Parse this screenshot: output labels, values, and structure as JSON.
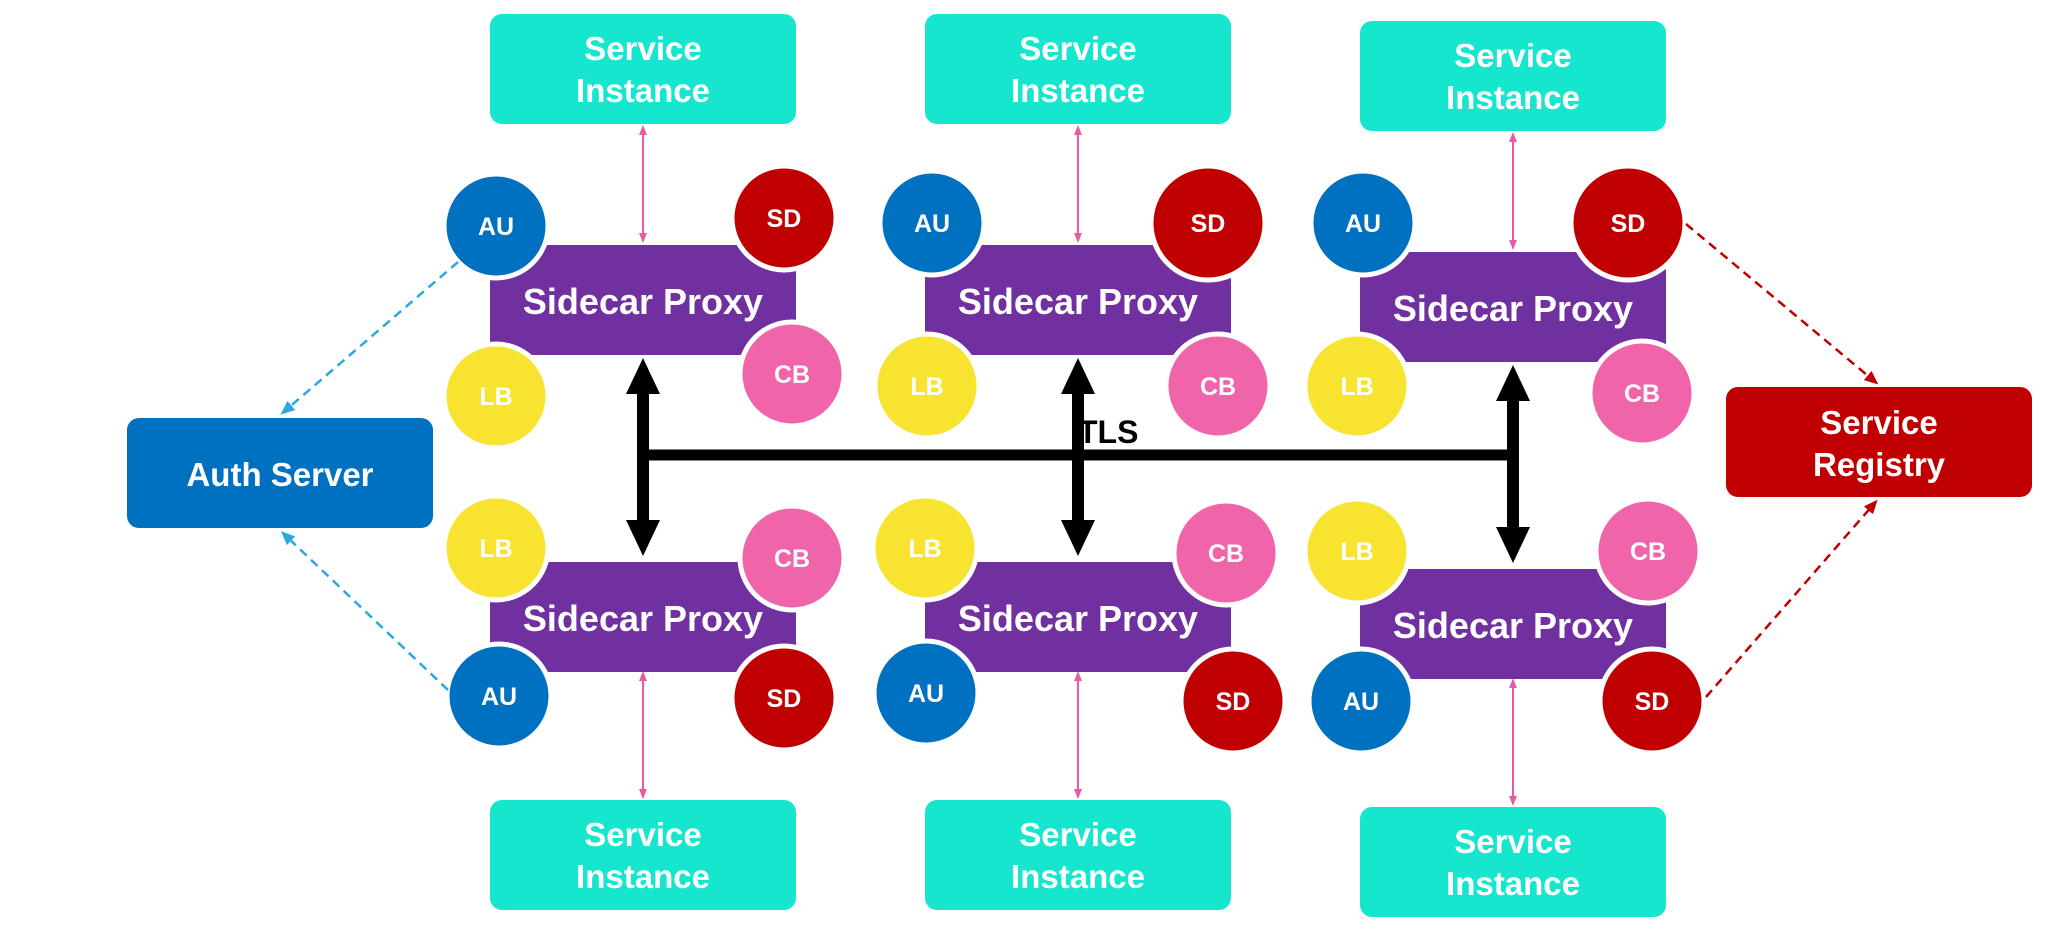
{
  "labels": {
    "service_line1": "Service",
    "service_line2": "Instance",
    "sidecar": "Sidecar Proxy",
    "auth_server": "Auth Server",
    "registry_line1": "Service",
    "registry_line2": "Registry",
    "tls": "TLS",
    "au": "AU",
    "sd": "SD",
    "lb": "LB",
    "cb": "CB"
  },
  "colors": {
    "service_instance": "#17e6cf",
    "sidecar_proxy": "#7030a0",
    "auth_server": "#0070c0",
    "service_registry": "#c00000",
    "au": "#0070c0",
    "sd": "#c00000",
    "lb": "#f7e330",
    "cb": "#f064aa",
    "arrow_pink": "#e85aa5",
    "arrow_blue": "#2aa8e0",
    "arrow_red": "#c00000",
    "tls_line": "#000000"
  }
}
